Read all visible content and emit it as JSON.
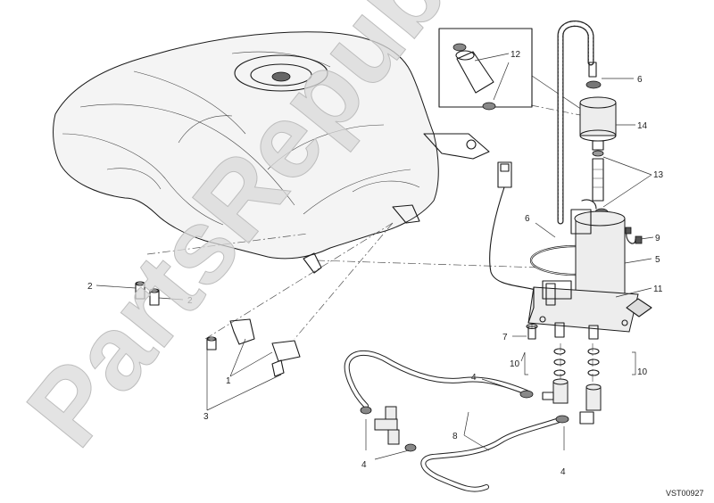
{
  "watermark": "PartsRepublik",
  "drawing_code": "VST00927",
  "callouts": {
    "c1": "1",
    "c2a": "2",
    "c2b": "2",
    "c3": "3",
    "c4a": "4",
    "c4b": "4",
    "c4c": "4",
    "c5": "5",
    "c6a": "6",
    "c6b": "6",
    "c7": "7",
    "c8": "8",
    "c9": "9",
    "c10a": "10",
    "c10b": "10",
    "c11": "11",
    "c12": "12",
    "c13": "13",
    "c14": "14"
  }
}
